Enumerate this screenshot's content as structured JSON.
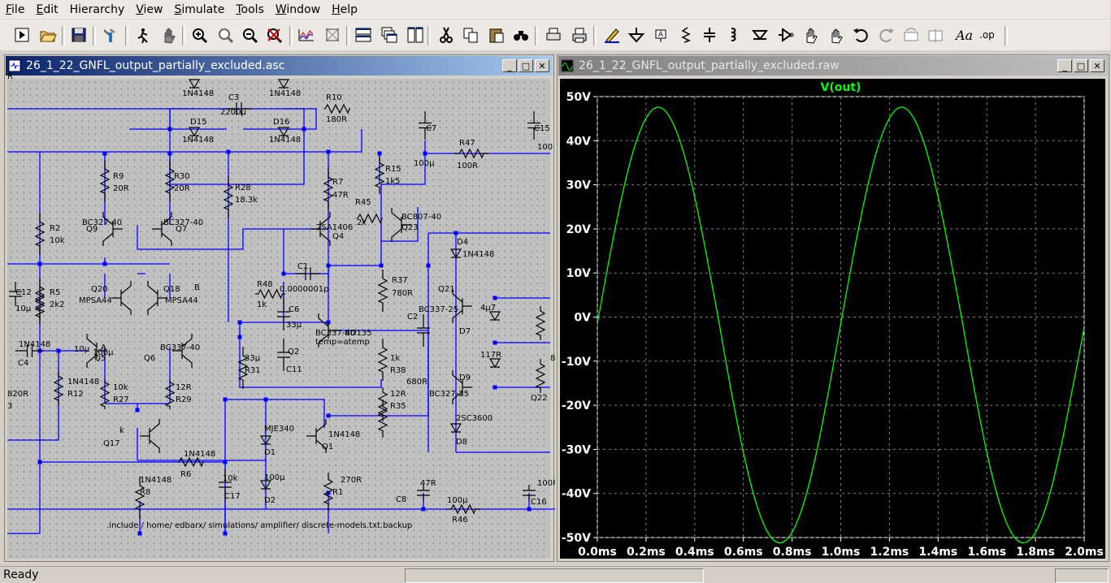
{
  "menu": [
    {
      "label": "File",
      "key": "F",
      "rest": "ile"
    },
    {
      "label": "Edit",
      "key": "E",
      "rest": "dit"
    },
    {
      "label": "Hierarchy",
      "key": "",
      "rest": "Hierarchy"
    },
    {
      "label": "View",
      "key": "V",
      "rest": "iew"
    },
    {
      "label": "Simulate",
      "key": "S",
      "rest": "imulate"
    },
    {
      "label": "Tools",
      "key": "T",
      "rest": "ools"
    },
    {
      "label": "Window",
      "key": "W",
      "rest": "indow"
    },
    {
      "label": "Help",
      "key": "H",
      "rest": "elp"
    }
  ],
  "toolbar_icons": [
    "run-icon",
    "open-icon",
    "save-icon",
    "control-panel-icon",
    "halt-icon",
    "hand-icon",
    "zoom-in-icon",
    "zoom-pan-icon",
    "zoom-out-icon",
    "zoom-cancel-icon",
    "autorange-icon",
    "spectrum-icon",
    "tile-horizontal-icon",
    "cascade-icon",
    "tile-vertical-icon",
    "cut-icon",
    "copy-icon",
    "paste-icon",
    "find-icon",
    "print-setup-icon",
    "print-icon",
    "draw-wire-icon",
    "ground-icon",
    "label-net-icon",
    "resistor-icon",
    "capacitor-icon",
    "inductor-icon",
    "diode-icon",
    "component-icon",
    "move-icon",
    "drag-icon",
    "undo-icon",
    "redo-icon",
    "rotate-icon",
    "mirror-icon",
    "text-icon",
    "spice-directive-icon"
  ],
  "schematic": {
    "title": "26_1_22_GNFL_output_partially_excluded.asc",
    "include": ".include / home/ edbarx/ simulations/ amplifier/ discrete-models.txt.backup",
    "labels": [
      "1N4148",
      "1N4148",
      "C3",
      "2200µ",
      "R10",
      "180R",
      "D15",
      "D16",
      "1N4148",
      "1N4148",
      "C7",
      "C15",
      "R47",
      "100µ",
      "100R",
      "100",
      "R9",
      "20R",
      "R30",
      "20R",
      "R7",
      "47R",
      "R15",
      "1k5",
      "R28",
      "18.3k",
      "R45",
      "2k",
      "BC807-40",
      "Q23",
      "2SA1406",
      "Q4",
      "BC327-40",
      "Q9",
      "BC327-40",
      "Q7",
      "R2",
      "10k",
      "D4",
      "1N4148",
      "C1",
      "0.0000001p",
      "R48",
      "1k",
      "R37",
      "780R",
      "Q20",
      "MPSA44",
      "Q18",
      "MPSA44",
      "C12",
      "10µ",
      "R5",
      "2k2",
      "C6",
      "33µ",
      "Q21",
      "BC337-25",
      "C2",
      "4µ7",
      "D7",
      "1N4148",
      "C4",
      "10µ",
      "A",
      "Q5",
      "BC337-40",
      "Q6",
      "BC337-40",
      "BD135",
      "temp=atemp",
      "Q2",
      "C11",
      "33µ",
      "R31",
      "1k",
      "R38",
      "117R",
      "D9",
      "1N4148",
      "R12",
      "10k",
      "R27",
      "12R",
      "R29",
      "12R",
      "R35",
      "680R",
      "BC327-25",
      "Q22",
      "820R",
      "3",
      "k",
      "Q17",
      "MJE340",
      "D1",
      "1N4148",
      "Q1",
      "2SC3600",
      "D8",
      "1N4148",
      "R6",
      "10k",
      "C17",
      "100µ",
      "D2",
      "1N4148",
      "R8",
      "270R",
      "R1",
      "47R",
      "C8",
      "100µ",
      "R46",
      "100R",
      "C16",
      "100µ",
      "B",
      "8",
      "R"
    ]
  },
  "plot": {
    "title": "26_1_22_GNFL_output_partially_excluded.raw",
    "colors": {
      "trace": "#00ff00",
      "grid": "#808080",
      "background": "#000000",
      "label": "#ffffff"
    }
  },
  "chart_data": {
    "type": "line",
    "title": "V(out)",
    "xlabel": "",
    "ylabel": "",
    "x_ticks": [
      "0.0ms",
      "0.2ms",
      "0.4ms",
      "0.6ms",
      "0.8ms",
      "1.0ms",
      "1.2ms",
      "1.4ms",
      "1.6ms",
      "1.8ms",
      "2.0ms"
    ],
    "y_ticks": [
      "50V",
      "40V",
      "30V",
      "20V",
      "10V",
      "0V",
      "-10V",
      "-20V",
      "-30V",
      "-40V",
      "-50V"
    ],
    "xlim": [
      0,
      2.0
    ],
    "ylim": [
      -50,
      50
    ],
    "grid": true,
    "series": [
      {
        "name": "V(out)",
        "color": "#00ff00",
        "x": [
          0.0,
          0.05,
          0.1,
          0.15,
          0.2,
          0.25,
          0.3,
          0.35,
          0.4,
          0.45,
          0.5,
          0.55,
          0.6,
          0.65,
          0.7,
          0.75,
          0.8,
          0.85,
          0.9,
          0.95,
          1.0,
          1.05,
          1.1,
          1.15,
          1.2,
          1.25,
          1.3,
          1.35,
          1.4,
          1.45,
          1.5,
          1.55,
          1.6,
          1.65,
          1.7,
          1.75,
          1.8,
          1.85,
          1.9,
          1.95,
          2.0
        ],
        "y": [
          -1.5,
          13.6,
          27.2,
          38.1,
          45.1,
          47.6,
          45.1,
          38.1,
          27.2,
          13.6,
          -1.3,
          -16.8,
          -30.7,
          -41.8,
          -48.8,
          -51.2,
          -48.8,
          -41.8,
          -30.7,
          -16.8,
          -1.5,
          13.6,
          27.2,
          38.1,
          45.1,
          47.6,
          45.1,
          38.1,
          27.2,
          13.6,
          -1.3,
          -16.8,
          -30.7,
          -41.8,
          -48.8,
          -51.2,
          -48.8,
          -41.8,
          -30.7,
          -16.8,
          -2.5
        ]
      }
    ]
  },
  "status": {
    "text": "Ready"
  }
}
